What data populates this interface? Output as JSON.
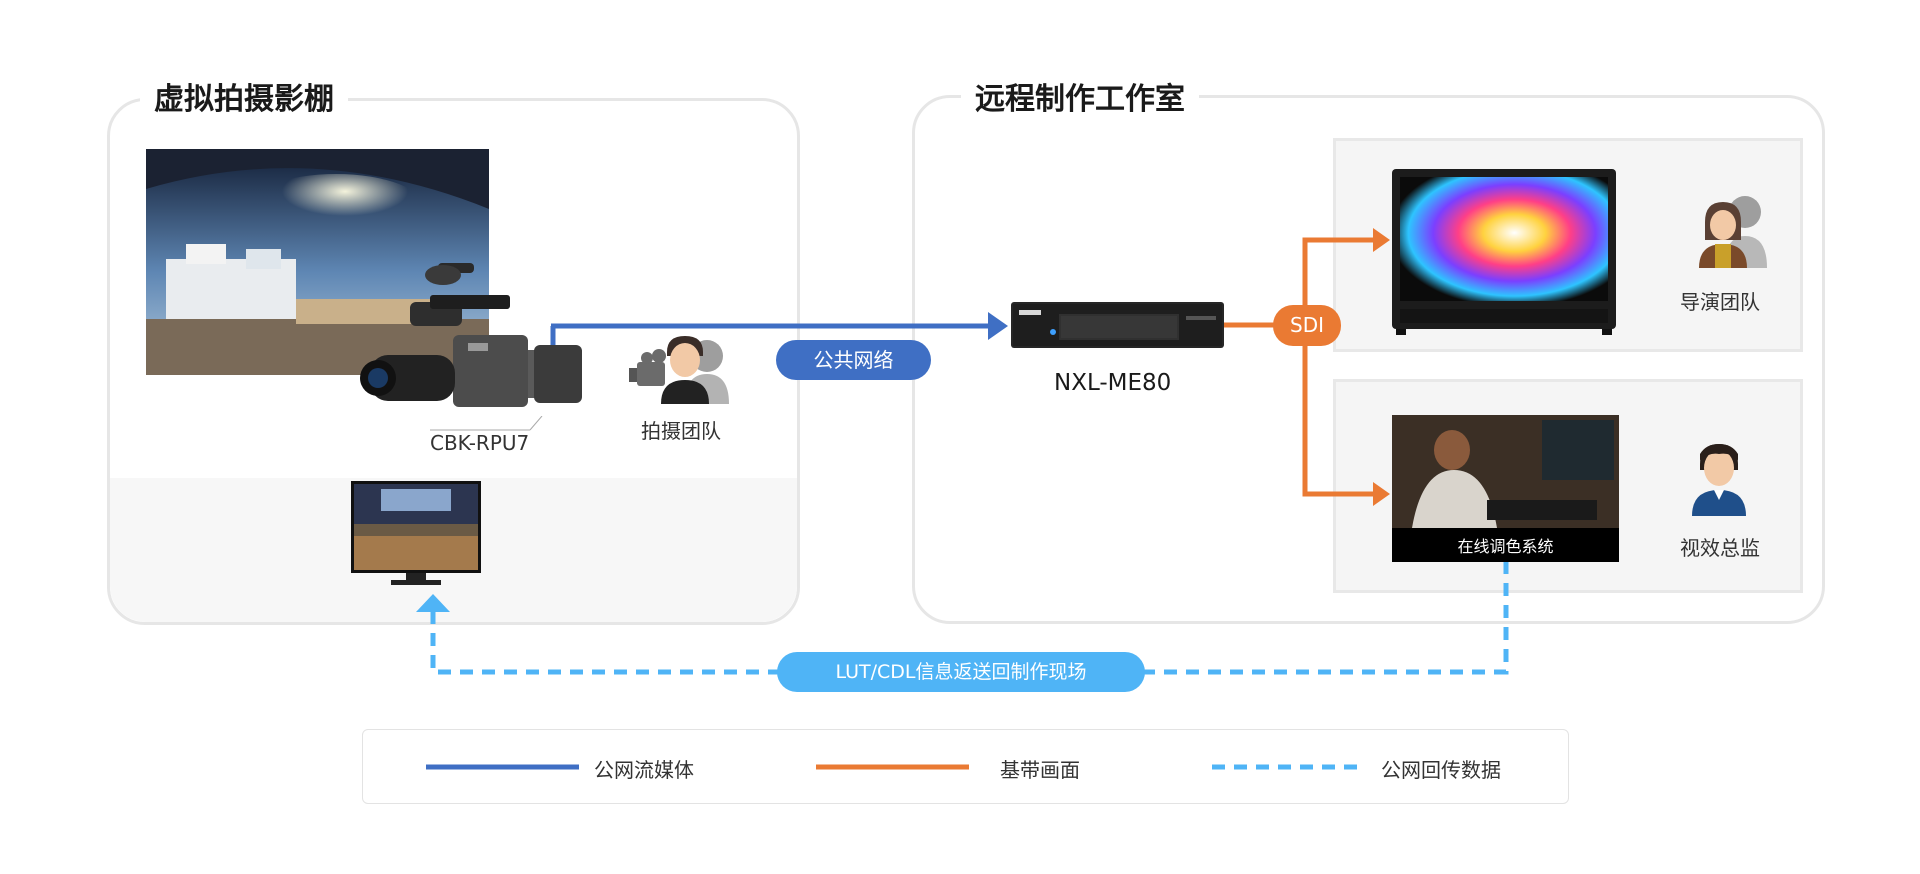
{
  "studio": {
    "title": "虚拟拍摄影棚",
    "camera_label": "CBK-RPU7",
    "crew_label": "拍摄团队"
  },
  "remote": {
    "title": "远程制作工作室",
    "device_label": "NXL-ME80",
    "director_label": "导演团队",
    "grading_screen_label": "在线调色系统",
    "supervisor_label": "视效总监"
  },
  "connectors": {
    "public_network": "公共网络",
    "sdi": "SDI",
    "return_path": "LUT/CDL信息返送回制作现场"
  },
  "legend": {
    "items": [
      {
        "label": "公网流媒体",
        "color": "#3f6fc4",
        "style": "solid"
      },
      {
        "label": "基带画面",
        "color": "#ea7a33",
        "style": "solid"
      },
      {
        "label": "公网回传数据",
        "color": "#4fb4f6",
        "style": "dashed"
      }
    ]
  },
  "colors": {
    "stream": "#3f6fc4",
    "baseband": "#ea7a33",
    "return": "#4fb4f6"
  },
  "icons": [
    "film-camera-icon",
    "crew-people-icon",
    "director-people-icon",
    "supervisor-person-icon"
  ]
}
